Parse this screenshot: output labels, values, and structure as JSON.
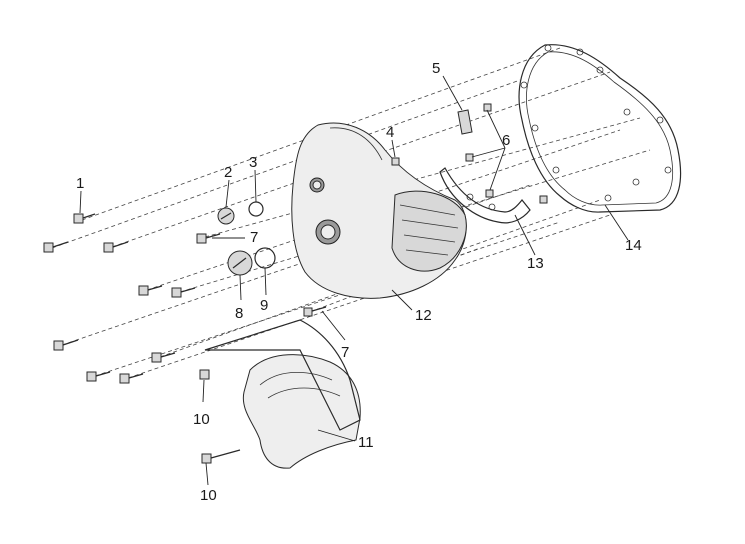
{
  "callouts": {
    "c1": "1",
    "c2": "2",
    "c3": "3",
    "c4": "4",
    "c5": "5",
    "c6": "6",
    "c7a": "7",
    "c7b": "7",
    "c8": "8",
    "c9": "9",
    "c10a": "10",
    "c10b": "10",
    "c11": "11",
    "c12": "12",
    "c13": "13",
    "c14": "14"
  }
}
